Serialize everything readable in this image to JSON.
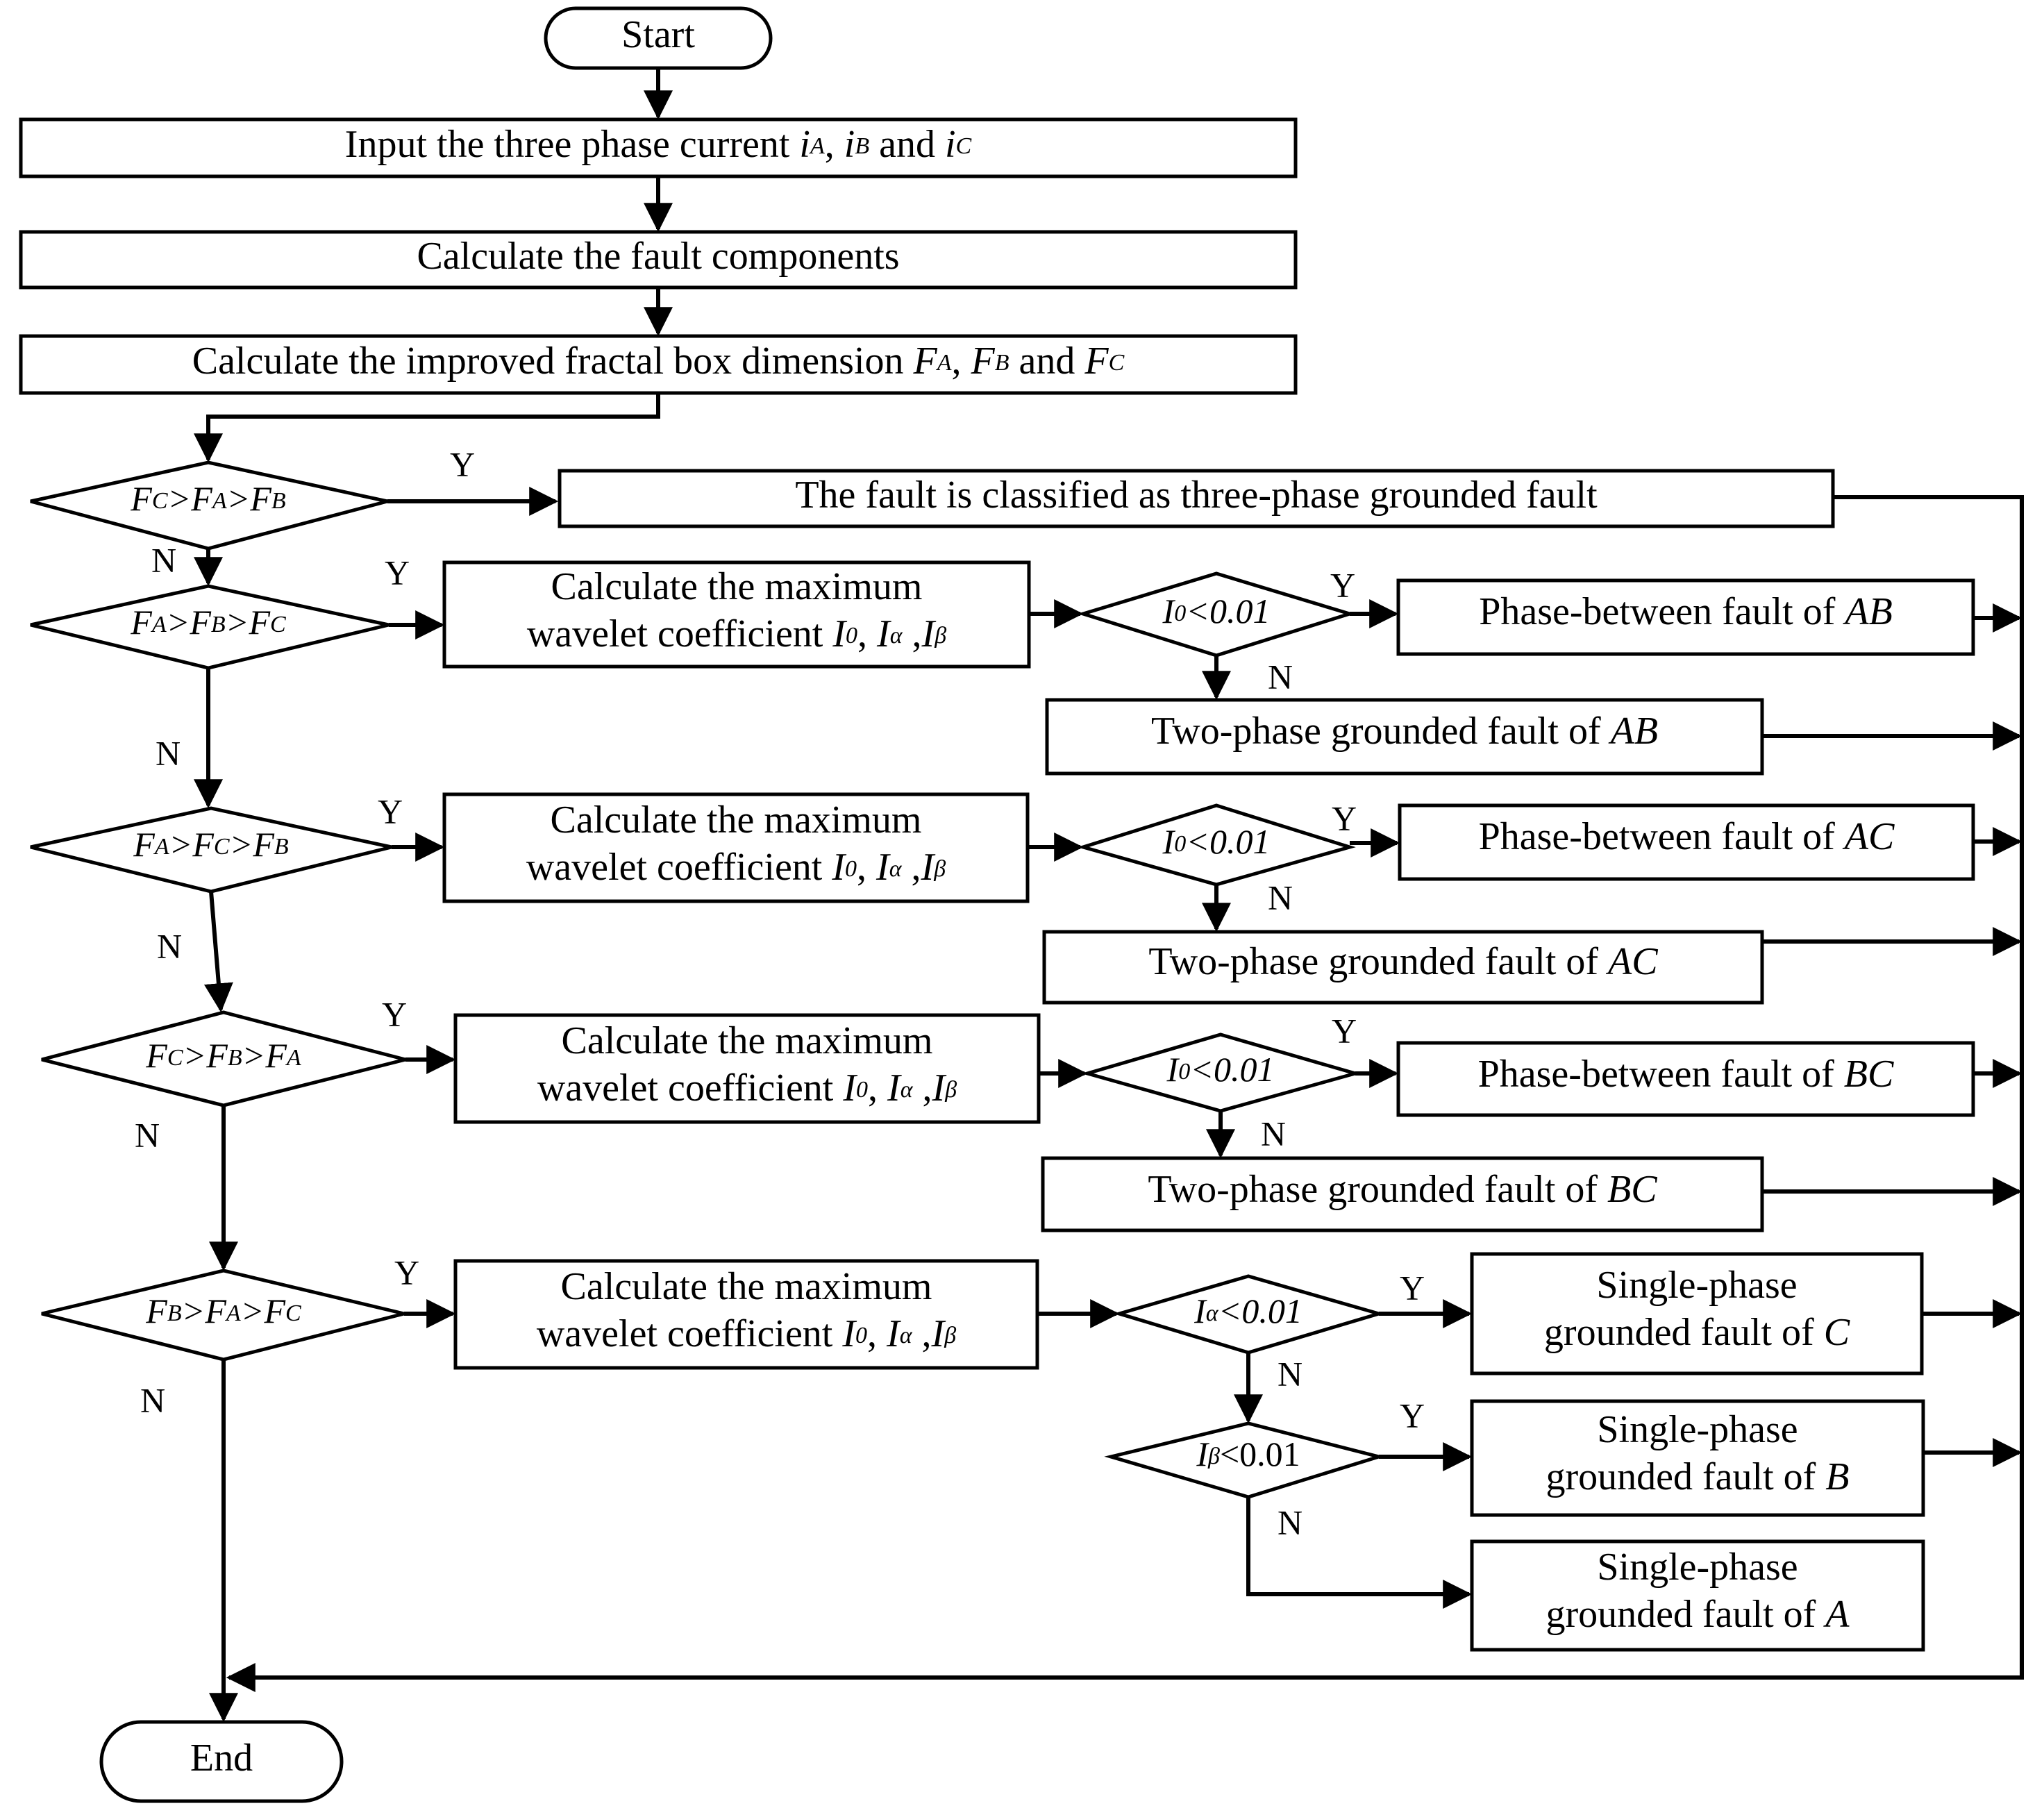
{
  "start": "Start",
  "end": "End",
  "steps": {
    "input": {
      "text": "Input the three phase current ",
      "iA": "i",
      "iA_sub": "A",
      "sep1": ", ",
      "iB": "i",
      "iB_sub": "B",
      "and": " and ",
      "iC": "i",
      "iC_sub": "C"
    },
    "fault_components": "Calculate the fault components",
    "fractal": {
      "text": "Calculate the improved fractal box dimension ",
      "FA": "F",
      "FA_sub": "A",
      "sep1": ", ",
      "FB": "F",
      "FB_sub": "B",
      "and": " and ",
      "FC": "F",
      "FC_sub": "C"
    }
  },
  "conditions": [
    {
      "F1": "F",
      "s1": "C",
      "F2": "F",
      "s2": "A",
      "F3": "F",
      "s3": "B",
      "gt": ">"
    },
    {
      "F1": "F",
      "s1": "A",
      "F2": "F",
      "s2": "B",
      "F3": "F",
      "s3": "C",
      "gt": ">"
    },
    {
      "F1": "F",
      "s1": "A",
      "F2": "F",
      "s2": "C",
      "F3": "F",
      "s3": "B",
      "gt": ">"
    },
    {
      "F1": "F",
      "s1": "C",
      "F2": "F",
      "s2": "B",
      "F3": "F",
      "s3": "A",
      "gt": ">"
    },
    {
      "F1": "F",
      "s1": "B",
      "F2": "F",
      "s2": "A",
      "F3": "F",
      "s3": "C",
      "gt": ">"
    }
  ],
  "three_phase": "The fault is classified as three-phase grounded fault",
  "wavelet": {
    "line1": "Calculate the maximum",
    "line2": "wavelet coefficient ",
    "I0": "I",
    "I0_sub": "0",
    "sep": ", ",
    "Ia": "I",
    "Ia_sub": "α",
    "comma": " ,",
    "Ib": "I",
    "Ib_sub": "β"
  },
  "checks": {
    "i0": {
      "I": "I",
      "sub": "0",
      "rest": "<0.01"
    },
    "ia": {
      "I": "I",
      "sub": "α",
      "rest": "<0.01"
    },
    "ib": {
      "I": "I",
      "sub": "β",
      "rest": "<0.01"
    }
  },
  "results": {
    "pb_ab": {
      "text": "Phase-between fault of ",
      "phase": "AB"
    },
    "tg_ab": {
      "text": "Two-phase grounded fault of ",
      "phase": "AB"
    },
    "pb_ac": {
      "text": "Phase-between fault of ",
      "phase": "AC"
    },
    "tg_ac": {
      "text": "Two-phase grounded fault of ",
      "phase": "AC"
    },
    "pb_bc": {
      "text": "Phase-between fault of ",
      "phase": "BC"
    },
    "tg_bc": {
      "text": "Two-phase grounded fault of ",
      "phase": "BC"
    },
    "sp_c": {
      "line1": "Single-phase",
      "line2": "grounded fault of ",
      "phase": "C"
    },
    "sp_b": {
      "line1": "Single-phase",
      "line2": "grounded fault of ",
      "phase": "B"
    },
    "sp_a": {
      "line1": "Single-phase",
      "line2": "grounded fault of ",
      "phase": "A"
    }
  },
  "labels": {
    "yes": "Y",
    "no": "N"
  }
}
